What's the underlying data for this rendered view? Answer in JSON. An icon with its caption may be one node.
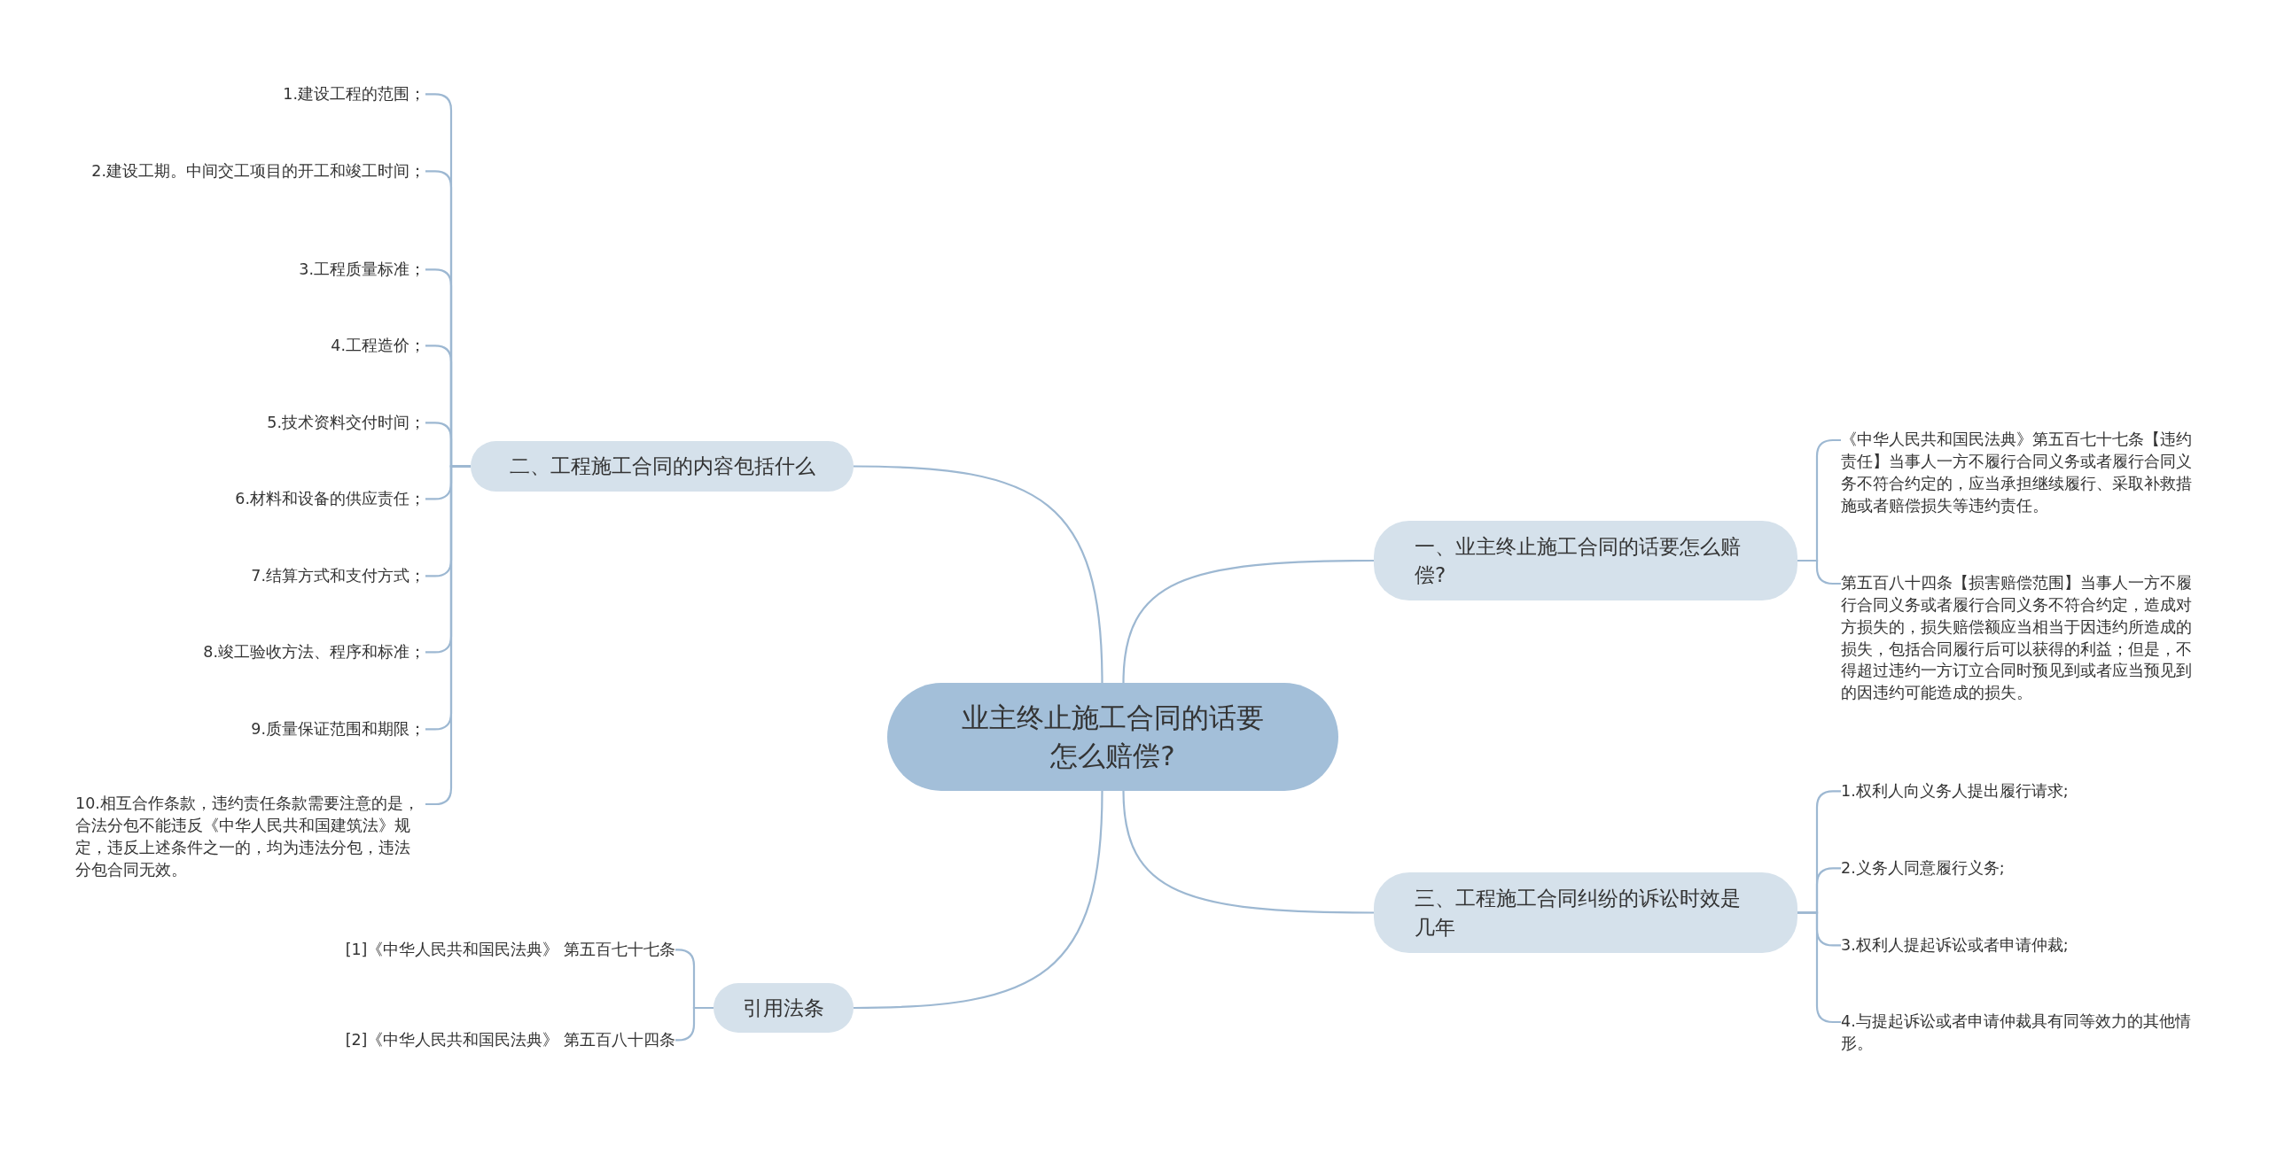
{
  "diagram": {
    "nodes": [
      {
        "text": [
          "业主终止施工合同的话要怎么赔偿?"
        ]
      },
      {
        "text": [
          "一、业主终止施工合同的话要怎么赔偿?"
        ]
      },
      {
        "text": [
          "《中华人民共和国民法典》第五百七十七条【违约责任】当事人一方不履行合同义务或者履行合同义务不符合约定的，应当承担继续履行、采取补救措施或者赔偿损失等违约责任。"
        ]
      },
      {
        "text": [
          "第五百八十四条【损害赔偿范围】当事人一方不履行合同义务或者履行合同义务不符合约定，造成对方损失的，损失赔偿额应当相当于因违约所造成的损失，包括合同履行后可以获得的利益；但是，不得超过违约一方订立合同时预见到或者应当预见到的因违约可能造成的损失。"
        ]
      },
      {
        "text": [
          "三、工程施工合同纠纷的诉讼时效是几年"
        ]
      },
      {
        "text": [
          "1.权利人向义务人提出履行请求;"
        ]
      },
      {
        "text": [
          "2.义务人同意履行义务;"
        ]
      },
      {
        "text": [
          "3.权利人提起诉讼或者申请仲裁;"
        ]
      },
      {
        "text": [
          "4.与提起诉讼或者申请仲裁具有同等效力的其他情形。"
        ]
      },
      {
        "text": [
          "二、工程施工合同的内容包括什么"
        ]
      },
      {
        "text": [
          "1.建设工程的范围；"
        ]
      },
      {
        "text": [
          "2.建设工期。中间交工项目的开工和竣工时间；"
        ]
      },
      {
        "text": [
          "3.工程质量标准；"
        ]
      },
      {
        "text": [
          "4.工程造价；"
        ]
      },
      {
        "text": [
          "5.技术资料交付时间；"
        ]
      },
      {
        "text": [
          "6.材料和设备的供应责任；"
        ]
      },
      {
        "text": [
          "7.结算方式和支付方式；"
        ]
      },
      {
        "text": [
          "8.竣工验收方法、程序和标准；"
        ]
      },
      {
        "text": [
          "9.质量保证范围和期限；"
        ]
      },
      {
        "text": [
          "10.相互合作条款，违约责任条款需要注意的是，合法分包不能违反《中华人民共和国建筑法》规定，违反上述条件之一的，均为违法分包，违法分包合同无效。"
        ]
      },
      {
        "text": [
          "引用法条"
        ]
      },
      {
        "text": [
          "[1]《中华人民共和国民法典》 第五百七十七条"
        ]
      },
      {
        "text": [
          "[2]《中华人民共和国民法典》 第五百八十四条"
        ]
      }
    ],
    "edges": [
      {
        "from": 0,
        "to": 1,
        "arrow": "none"
      },
      {
        "from": 1,
        "to": 2,
        "arrow": "none"
      },
      {
        "from": 1,
        "to": 3,
        "arrow": "none"
      },
      {
        "from": 0,
        "to": 4,
        "arrow": "none"
      },
      {
        "from": 4,
        "to": 5,
        "arrow": "none"
      },
      {
        "from": 4,
        "to": 6,
        "arrow": "none"
      },
      {
        "from": 4,
        "to": 7,
        "arrow": "none"
      },
      {
        "from": 4,
        "to": 8,
        "arrow": "none"
      },
      {
        "from": 0,
        "to": 9,
        "arrow": "none"
      },
      {
        "from": 9,
        "to": 10,
        "arrow": "none"
      },
      {
        "from": 9,
        "to": 11,
        "arrow": "none"
      },
      {
        "from": 9,
        "to": 12,
        "arrow": "none"
      },
      {
        "from": 9,
        "to": 13,
        "arrow": "none"
      },
      {
        "from": 9,
        "to": 14,
        "arrow": "none"
      },
      {
        "from": 9,
        "to": 15,
        "arrow": "none"
      },
      {
        "from": 9,
        "to": 16,
        "arrow": "none"
      },
      {
        "from": 9,
        "to": 17,
        "arrow": "none"
      },
      {
        "from": 9,
        "to": 18,
        "arrow": "none"
      },
      {
        "from": 9,
        "to": 19,
        "arrow": "none"
      },
      {
        "from": 0,
        "to": 20,
        "arrow": "none"
      },
      {
        "from": 20,
        "to": 21,
        "arrow": "none"
      },
      {
        "from": 20,
        "to": 22,
        "arrow": "none"
      }
    ]
  }
}
